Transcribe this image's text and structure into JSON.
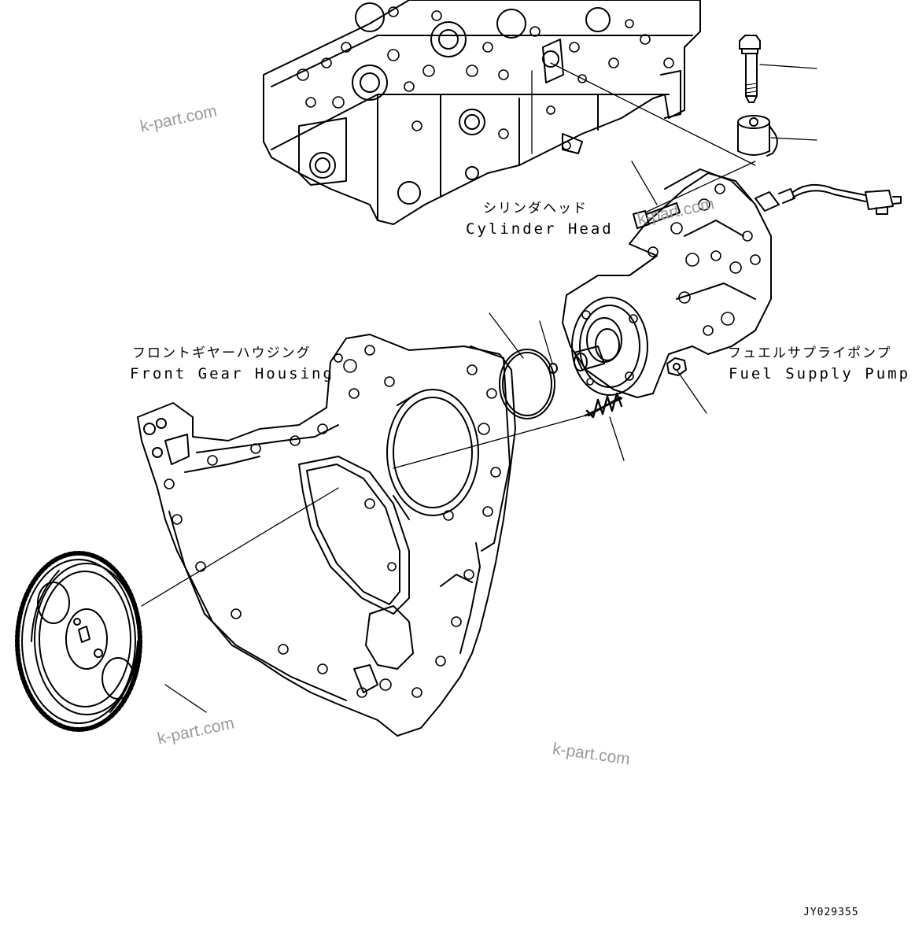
{
  "labels": {
    "cylinder_head_jp": "シリンダヘッド",
    "cylinder_head_en": "Cylinder Head",
    "front_gear_housing_jp": "フロントギヤーハウジング",
    "front_gear_housing_en": "Front Gear Housing",
    "fuel_supply_pump_jp": "フュエルサプライポンプ",
    "fuel_supply_pump_en": "Fuel Supply Pump"
  },
  "watermark": "k-part.com",
  "drawing_code": "JY029355",
  "colors": {
    "line": "#000000",
    "watermark": "#9a9a9a",
    "background": "#ffffff"
  }
}
